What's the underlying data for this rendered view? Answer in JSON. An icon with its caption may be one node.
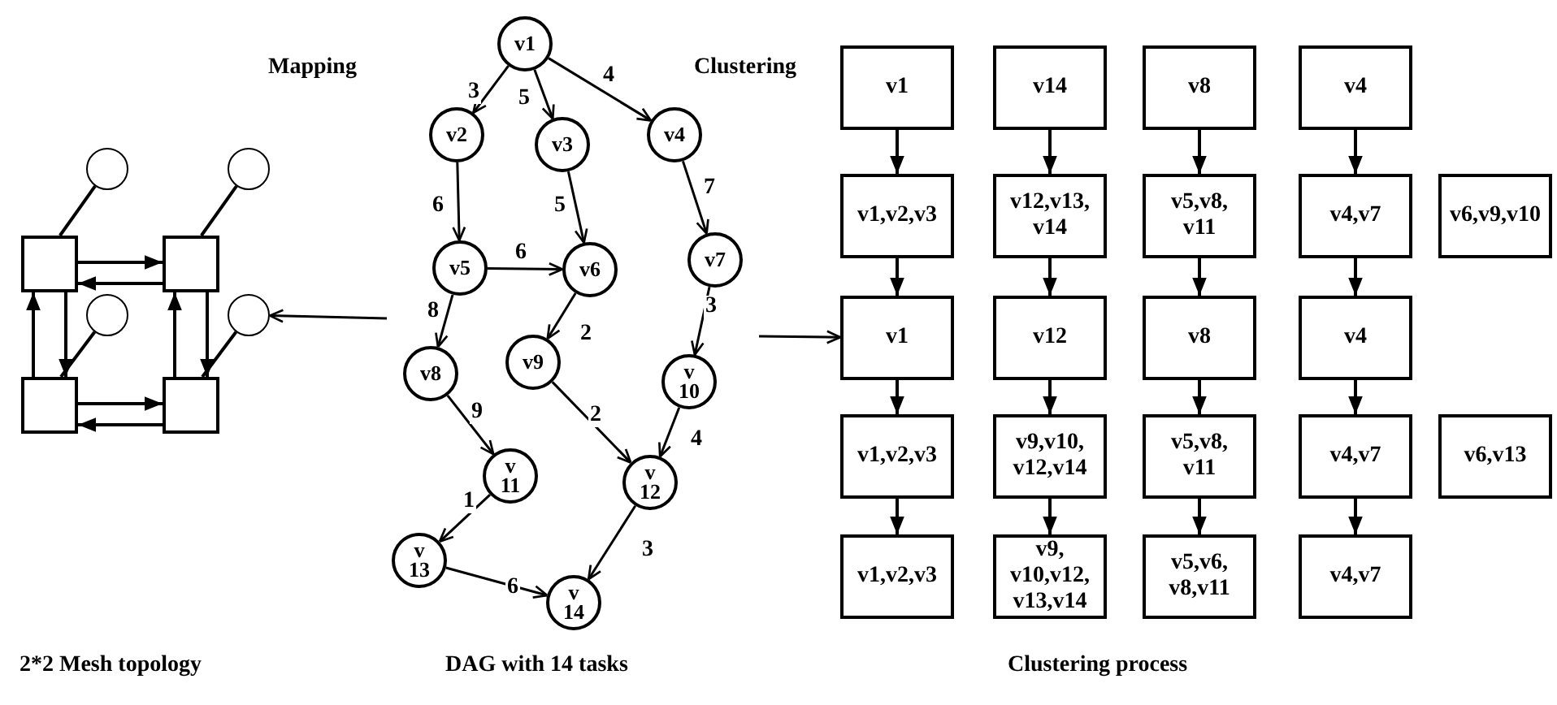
{
  "diagram": {
    "nodes": [
      {
        "text": [],
        "shape": "circle"
      },
      {
        "text": [],
        "shape": "circle"
      },
      {
        "text": [],
        "shape": "box"
      },
      {
        "text": [],
        "shape": "box"
      },
      {
        "text": [],
        "shape": "circle"
      },
      {
        "text": [],
        "shape": "circle"
      },
      {
        "text": [],
        "shape": "box"
      },
      {
        "text": [],
        "shape": "box"
      },
      {
        "text": [
          "v1"
        ]
      },
      {
        "text": [
          "v2"
        ]
      },
      {
        "text": [
          "v3"
        ]
      },
      {
        "text": [
          "v4"
        ]
      },
      {
        "text": [
          "v5"
        ]
      },
      {
        "text": [
          "v6"
        ]
      },
      {
        "text": [
          "v7"
        ]
      },
      {
        "text": [
          "v8"
        ]
      },
      {
        "text": [
          "v9"
        ]
      },
      {
        "text": [
          "v 10"
        ]
      },
      {
        "text": [
          "v 11"
        ]
      },
      {
        "text": [
          "v 12"
        ]
      },
      {
        "text": [
          "v 13"
        ]
      },
      {
        "text": [
          "v 14"
        ]
      },
      {
        "text": [
          "v1"
        ]
      },
      {
        "text": [
          "v14"
        ]
      },
      {
        "text": [
          "v8"
        ]
      },
      {
        "text": [
          "v4"
        ]
      },
      {
        "text": [
          "v1,v2,v3"
        ]
      },
      {
        "text": [
          "v12,v13, v14"
        ]
      },
      {
        "text": [
          "v5,v8, v11"
        ]
      },
      {
        "text": [
          "v4,v7"
        ]
      },
      {
        "text": [
          "v6,v9,v10"
        ]
      },
      {
        "text": [
          "v1"
        ]
      },
      {
        "text": [
          "v12"
        ]
      },
      {
        "text": [
          "v8"
        ]
      },
      {
        "text": [
          "v4"
        ]
      },
      {
        "text": [
          "v1,v2,v3"
        ]
      },
      {
        "text": [
          "v9,v10, v12,v14"
        ]
      },
      {
        "text": [
          "v5,v8, v11"
        ]
      },
      {
        "text": [
          "v4,v7"
        ]
      },
      {
        "text": [
          "v6,v13"
        ]
      },
      {
        "text": [
          "v1,v2,v3"
        ]
      },
      {
        "text": [
          "v9, v10,v12, v13,v14"
        ]
      },
      {
        "text": [
          "v5,v6, v8,v11"
        ]
      },
      {
        "text": [
          "v4,v7"
        ]
      }
    ],
    "edges": [
      {
        "from": 0,
        "to": 2,
        "arrow": "none"
      },
      {
        "from": 1,
        "to": 3,
        "arrow": "none"
      },
      {
        "from": 4,
        "to": 6,
        "arrow": "none"
      },
      {
        "from": 5,
        "to": 7,
        "arrow": "none"
      },
      {
        "from": 2,
        "to": 3,
        "arrow": "to"
      },
      {
        "from": 3,
        "to": 2,
        "arrow": "to"
      },
      {
        "from": 6,
        "to": 2,
        "arrow": "to"
      },
      {
        "from": 2,
        "to": 6,
        "arrow": "to"
      },
      {
        "from": 7,
        "to": 3,
        "arrow": "to"
      },
      {
        "from": 3,
        "to": 7,
        "arrow": "to"
      },
      {
        "from": 6,
        "to": 7,
        "arrow": "to"
      },
      {
        "from": 7,
        "to": 6,
        "arrow": "to"
      },
      {
        "from": 8,
        "to": 9,
        "arrow": "to",
        "label": "3"
      },
      {
        "from": 8,
        "to": 10,
        "arrow": "to",
        "label": "5"
      },
      {
        "from": 8,
        "to": 11,
        "arrow": "to",
        "label": "4"
      },
      {
        "from": 9,
        "to": 12,
        "arrow": "to",
        "label": "6"
      },
      {
        "from": 10,
        "to": 13,
        "arrow": "to",
        "label": "5"
      },
      {
        "from": 11,
        "to": 14,
        "arrow": "to",
        "label": "7"
      },
      {
        "from": 12,
        "to": 13,
        "arrow": "to",
        "label": "6"
      },
      {
        "from": 12,
        "to": 15,
        "arrow": "to",
        "label": "8"
      },
      {
        "from": 13,
        "to": 16,
        "arrow": "to",
        "label": "2"
      },
      {
        "from": 14,
        "to": 17,
        "arrow": "to",
        "label": "3"
      },
      {
        "from": 15,
        "to": 18,
        "arrow": "to",
        "label": "9"
      },
      {
        "from": 16,
        "to": 19,
        "arrow": "to",
        "label": "2"
      },
      {
        "from": 17,
        "to": 19,
        "arrow": "to",
        "label": "4"
      },
      {
        "from": 18,
        "to": 20,
        "arrow": "to",
        "label": "1"
      },
      {
        "from": 19,
        "to": 21,
        "arrow": "to",
        "label": "3"
      },
      {
        "from": 20,
        "to": 21,
        "arrow": "to",
        "label": "6"
      },
      {
        "from": null,
        "to": 5,
        "arrow": "to"
      },
      {
        "from": null,
        "to": 31,
        "arrow": "to"
      },
      {
        "from": 22,
        "to": 26,
        "arrow": "to"
      },
      {
        "from": 23,
        "to": 27,
        "arrow": "to"
      },
      {
        "from": 24,
        "to": 28,
        "arrow": "to"
      },
      {
        "from": 25,
        "to": 29,
        "arrow": "to"
      },
      {
        "from": 26,
        "to": 31,
        "arrow": "to"
      },
      {
        "from": 27,
        "to": 32,
        "arrow": "to"
      },
      {
        "from": 28,
        "to": 33,
        "arrow": "to"
      },
      {
        "from": 29,
        "to": 34,
        "arrow": "to"
      },
      {
        "from": 31,
        "to": 35,
        "arrow": "to"
      },
      {
        "from": 32,
        "to": 36,
        "arrow": "to"
      },
      {
        "from": 33,
        "to": 37,
        "arrow": "to"
      },
      {
        "from": 34,
        "to": 38,
        "arrow": "to"
      },
      {
        "from": 35,
        "to": 40,
        "arrow": "to"
      },
      {
        "from": 36,
        "to": 41,
        "arrow": "to"
      },
      {
        "from": 37,
        "to": 42,
        "arrow": "to"
      },
      {
        "from": 38,
        "to": 43,
        "arrow": "to"
      }
    ],
    "labels": [
      "Mapping",
      "Clustering",
      "2*2 Mesh topology",
      "DAG with 14 tasks",
      "Clustering process"
    ]
  }
}
